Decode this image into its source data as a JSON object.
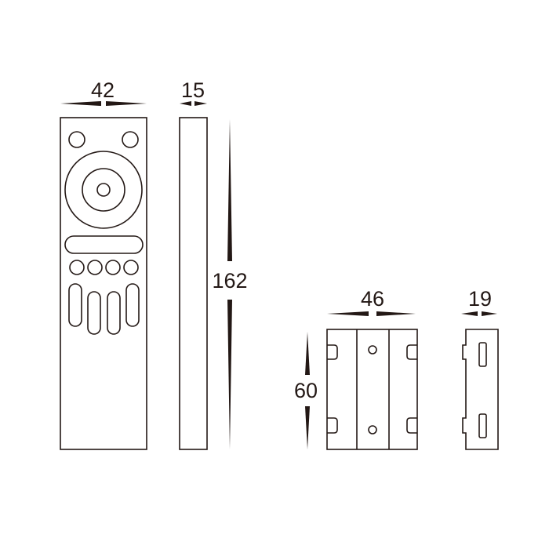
{
  "dimensions": {
    "remote_width": "42",
    "remote_depth": "15",
    "remote_height": "162",
    "holder_width": "46",
    "holder_height": "60",
    "holder_depth": "19"
  },
  "colors": {
    "line": "#231815",
    "background": "#ffffff"
  }
}
